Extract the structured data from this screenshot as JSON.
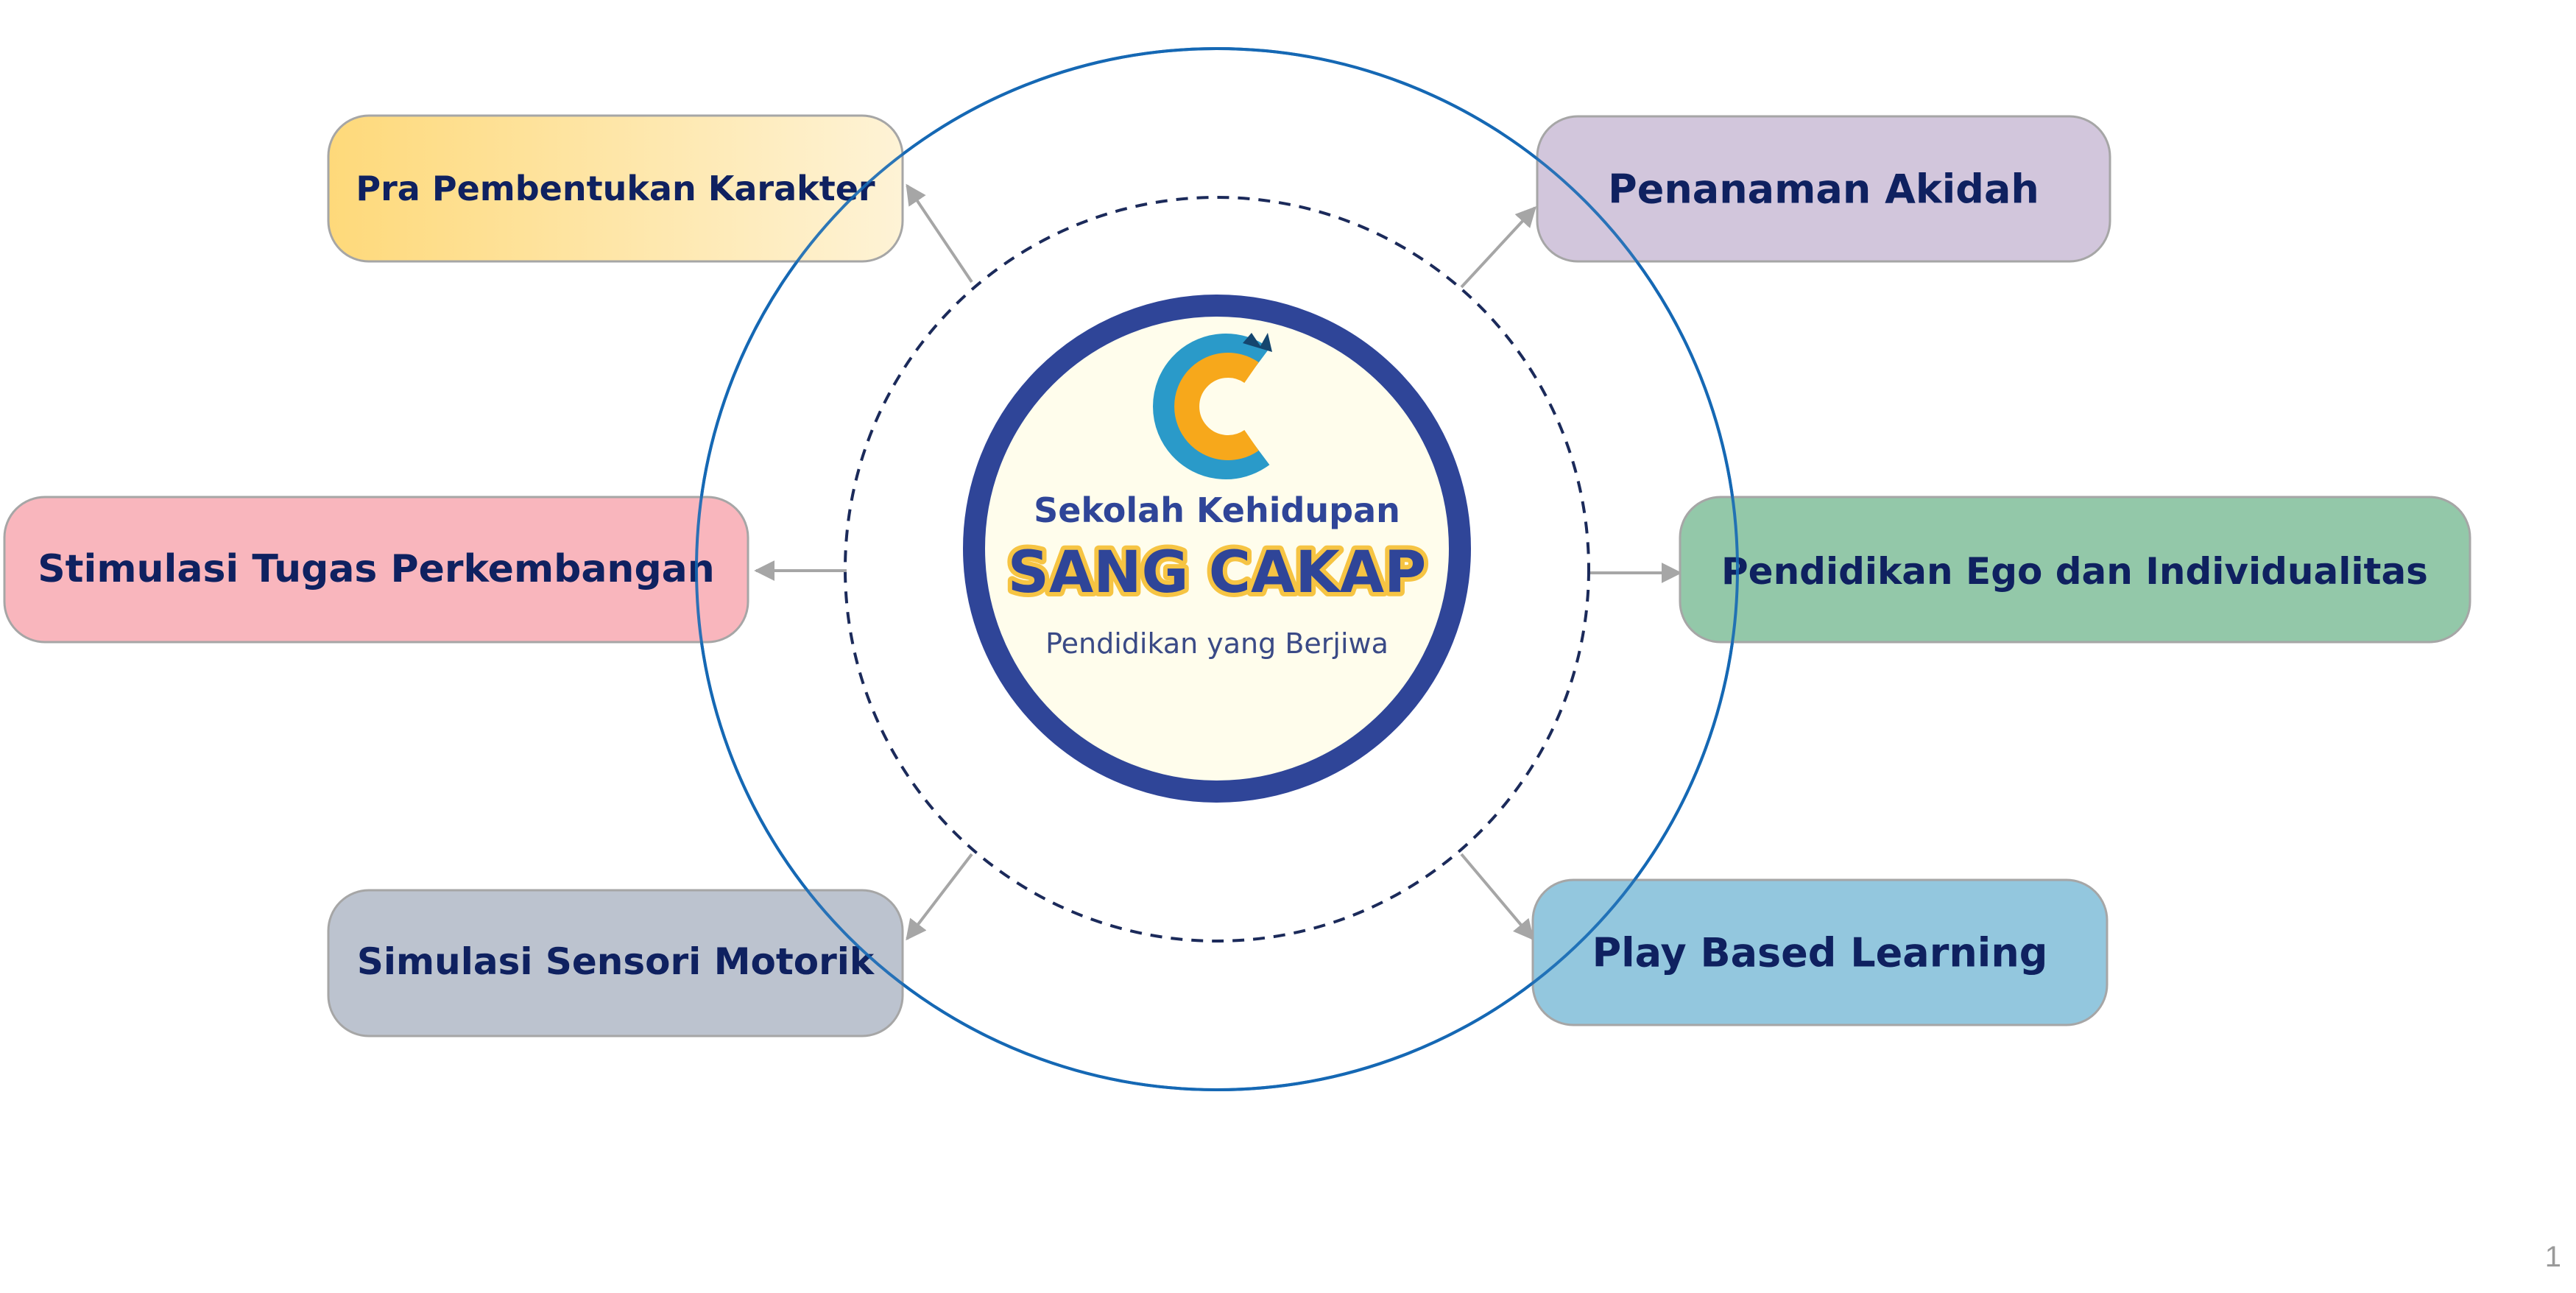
{
  "center": {
    "title": "Sekolah Kehidupan",
    "name": "SANG CAKAP",
    "tagline": "Pendidikan yang Berjiwa"
  },
  "nodes": [
    {
      "label": "Pra Pembentukan Karakter",
      "color": "#fde7a6"
    },
    {
      "label": "Penanaman Akidah",
      "color": "#d2c6dc"
    },
    {
      "label": "Stimulasi Tugas Perkembangan",
      "color": "#f9b6bd"
    },
    {
      "label": "Pendidikan Ego dan Individualitas",
      "color": "#93c8a9"
    },
    {
      "label": "Simulasi Sensori Motorik",
      "color": "#bcc3cf"
    },
    {
      "label": "Play Based Learning",
      "color": "#93c7de"
    }
  ],
  "colors": {
    "text": "#0f2160",
    "outer_ring": "#1568b4",
    "dashed_ring": "#1b2a5a",
    "badge_border": "#2f4598",
    "badge_fill": "#fffdec",
    "badge_name_fill": "#2f4598",
    "badge_name_outline": "#f6c443",
    "connector": "#a6a6a6"
  },
  "page_number": "1"
}
